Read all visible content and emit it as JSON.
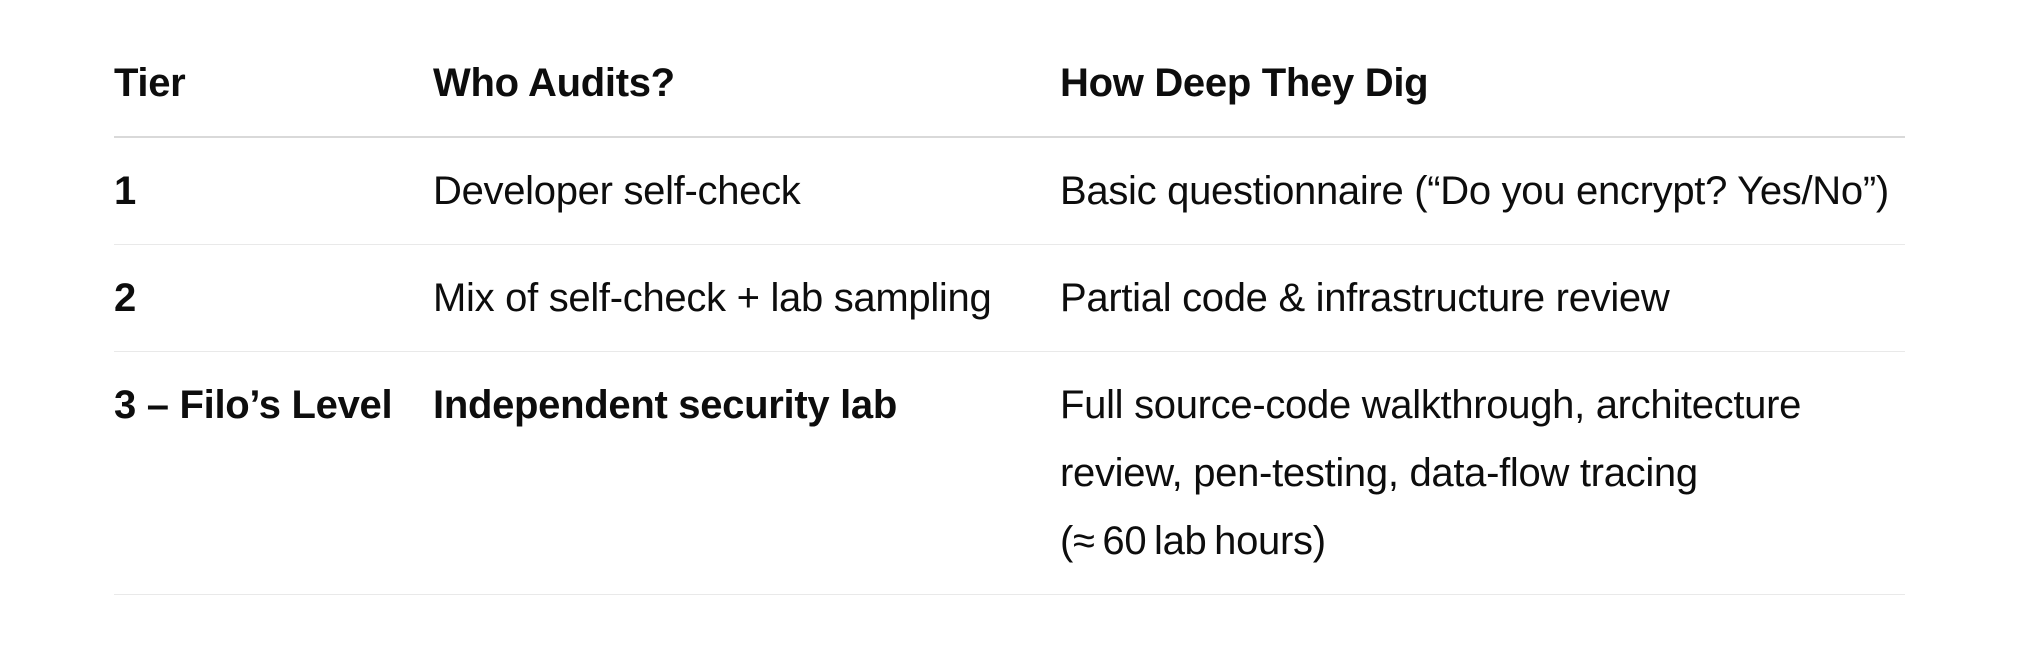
{
  "table": {
    "title": "audit-tiers",
    "columns": [
      "Tier",
      "Who Audits?",
      "How Deep They Dig"
    ],
    "rows": [
      [
        "1",
        "Developer self-check",
        "Basic questionnaire (“Do you encrypt? Yes/No”)"
      ],
      [
        "2",
        "Mix of self-check + lab sampling",
        "Partial code & infrastructure review"
      ],
      [
        "3 – Filo’s Level",
        "Independent security lab",
        "Full source-code walkthrough, architecture review, pen-testing, data-flow tracing (≈ 60 lab hours)"
      ]
    ],
    "emphasized_row_index": 2,
    "colors": {
      "text": "#0d0d0d",
      "header_border": "#d9d9d9",
      "row_border": "#e9e9e9",
      "background": "#ffffff"
    }
  }
}
